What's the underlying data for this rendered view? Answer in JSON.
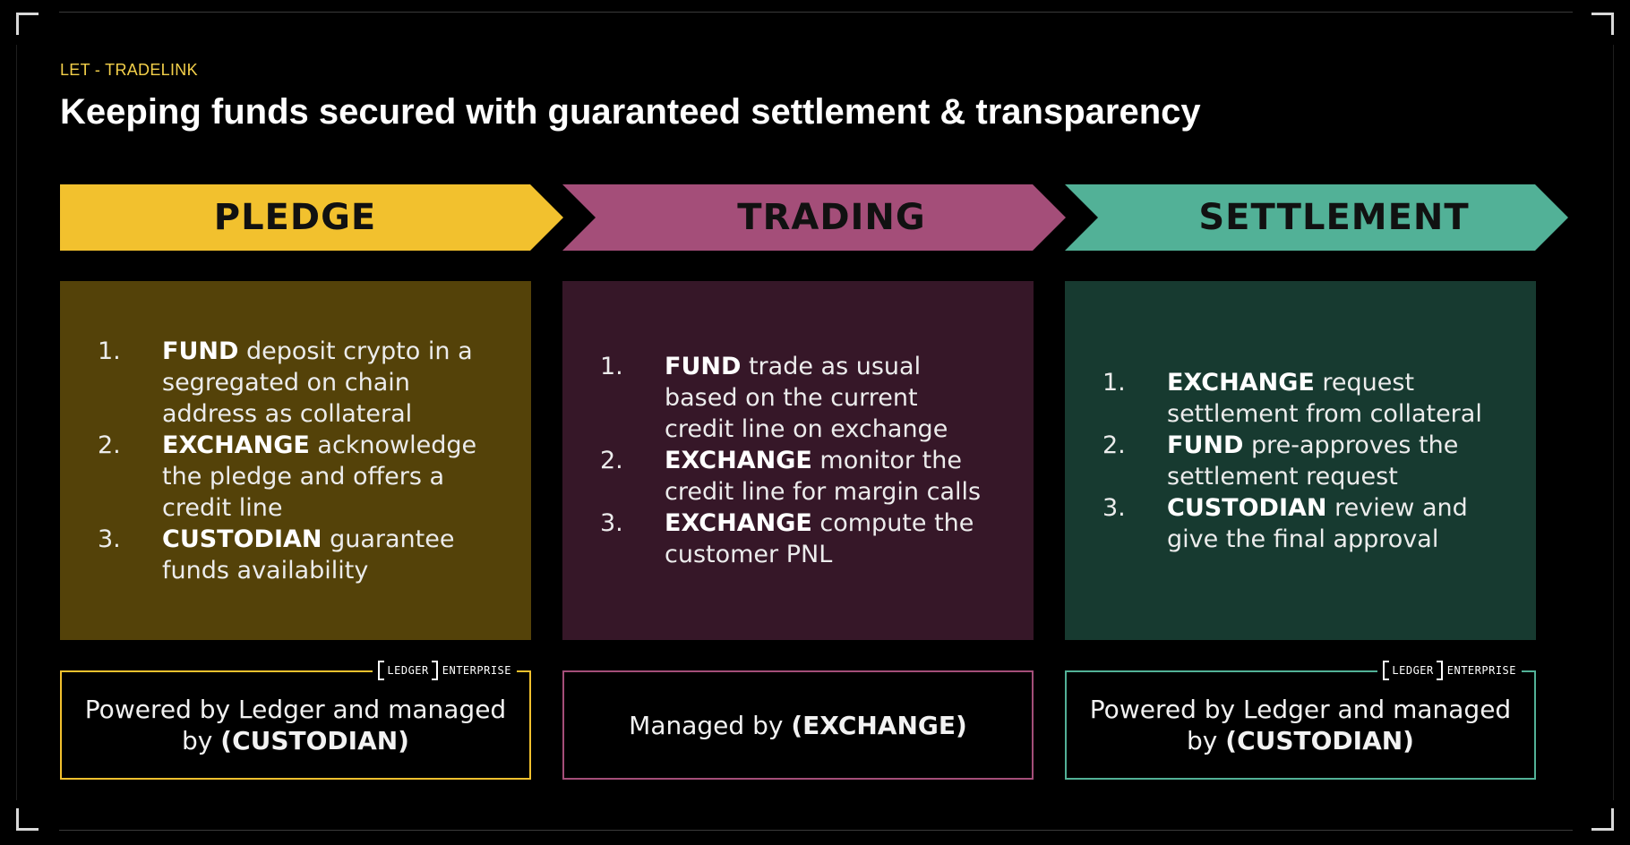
{
  "header": {
    "eyebrow": "LET - TRADELINK",
    "title": "Keeping funds secured with guaranteed settlement & transparency"
  },
  "colors": {
    "pledge": "#f2c12e",
    "trading": "#a44e79",
    "settlement": "#52b197",
    "pledge_panel": "#544209",
    "trading_panel": "#361728",
    "settlement_panel": "#173a30"
  },
  "stages": [
    {
      "label": "PLEDGE",
      "steps": [
        {
          "num": "1.",
          "bold": "FUND",
          "text": " deposit crypto in a segregated on chain address as collateral"
        },
        {
          "num": "2.",
          "bold": "EXCHANGE",
          "text": " acknowledge the pledge and offers a credit line"
        },
        {
          "num": "3.",
          "bold": "CUSTODIAN",
          "text": " guarantee funds availability"
        }
      ],
      "footer": {
        "line1": "Powered by Ledger and managed",
        "prefix": "by ",
        "bold": "(CUSTODIAN)"
      },
      "badge": {
        "brand": "LEDGER",
        "suffix": "ENTERPRISE"
      }
    },
    {
      "label": "TRADING",
      "steps": [
        {
          "num": "1.",
          "bold": "FUND",
          "text": " trade as usual based on the current credit line on exchange"
        },
        {
          "num": "2.",
          "bold": "EXCHANGE",
          "text": " monitor the credit line for margin calls"
        },
        {
          "num": "3.",
          "bold": "EXCHANGE",
          "text": " compute the customer PNL"
        }
      ],
      "footer": {
        "prefix": "Managed by ",
        "bold": "(EXCHANGE)"
      }
    },
    {
      "label": "SETTLEMENT",
      "steps": [
        {
          "num": "1.",
          "bold": "EXCHANGE",
          "text": " request settlement from collateral"
        },
        {
          "num": "2.",
          "bold": "FUND",
          "text": " pre-approves the settlement request"
        },
        {
          "num": "3.",
          "bold": "CUSTODIAN",
          "text": " review and give the final approval"
        }
      ],
      "footer": {
        "line1": "Powered by Ledger and managed",
        "prefix": "by ",
        "bold": "(CUSTODIAN)"
      },
      "badge": {
        "brand": "LEDGER",
        "suffix": "ENTERPRISE"
      }
    }
  ]
}
